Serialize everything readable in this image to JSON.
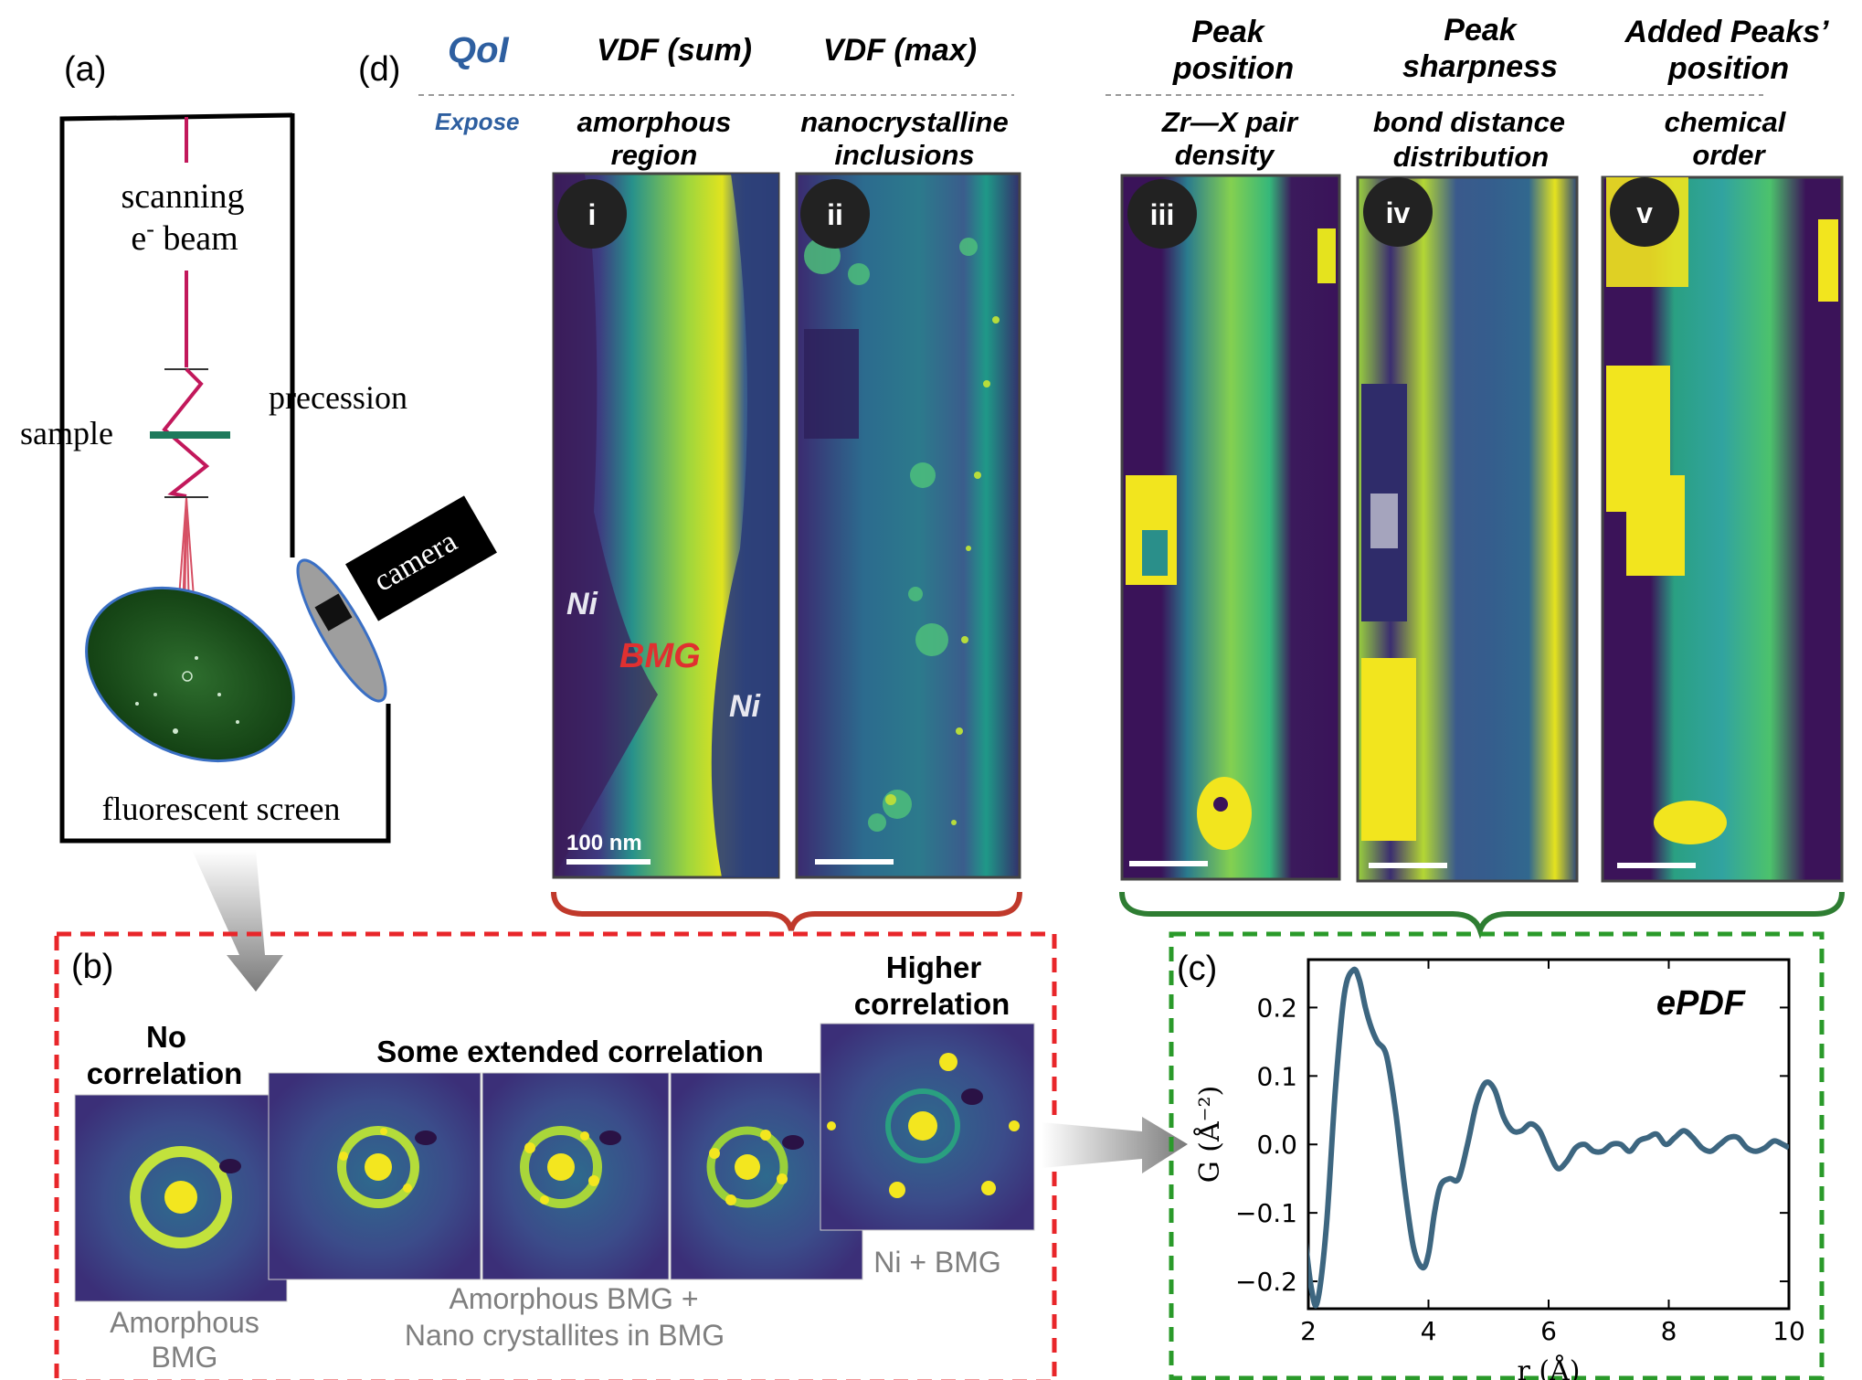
{
  "panel_labels": {
    "a": "(a)",
    "b": "(b)",
    "c": "(c)",
    "d": "(d)"
  },
  "schematic": {
    "beam_label_line1": "scanning",
    "beam_label_line2": "e",
    "beam_label_sup": "-",
    "beam_label_line2b": " beam",
    "sample": "sample",
    "precession": "precession",
    "camera": "camera",
    "screen": "fluorescent screen"
  },
  "header": {
    "qoi": "QoI",
    "expose": "Expose",
    "columns": [
      {
        "top": [
          "VDF (sum)"
        ],
        "bottom": [
          "amorphous",
          "region"
        ]
      },
      {
        "top": [
          "VDF (max)"
        ],
        "bottom": [
          "nanocrystalline",
          "inclusions"
        ]
      },
      {
        "top": [
          "Peak",
          "position"
        ],
        "bottom": [
          "Zr—X pair",
          "density"
        ]
      },
      {
        "top": [
          "Peak",
          "sharpness"
        ],
        "bottom": [
          "bond distance",
          "distribution"
        ]
      },
      {
        "top": [
          "Added Peaks’",
          "position"
        ],
        "bottom": [
          "chemical",
          "order"
        ]
      }
    ]
  },
  "maps": [
    {
      "badge": "i"
    },
    {
      "badge": "ii"
    },
    {
      "badge": "iii"
    },
    {
      "badge": "iv"
    },
    {
      "badge": "v"
    }
  ],
  "map_annotations": {
    "ni_left": "Ni",
    "bmg": "BMG",
    "ni_right": "Ni",
    "scale_bar": "100 nm"
  },
  "colors": {
    "brace_red": "#c0392b",
    "brace_green": "#2e7d32",
    "dash_red": "#e8262a",
    "dash_green": "#2a9a2a",
    "qoi_blue": "#2e5fa0",
    "bmg_red": "#e03030",
    "curve": "#3d6680"
  },
  "patterns": {
    "no_correlation": [
      "No",
      "correlation"
    ],
    "some": "Some extended correlation",
    "higher": [
      "Higher",
      "correlation"
    ],
    "cap_amorphous": [
      "Amorphous",
      "BMG"
    ],
    "cap_nano": [
      "Amorphous BMG +",
      "Nano crystallites in BMG"
    ],
    "cap_ni": "Ni + BMG"
  },
  "chart_data": {
    "type": "line",
    "title": "ePDF",
    "xlabel": "r (Å)",
    "ylabel": "G (Å⁻²)",
    "xlim": [
      2,
      10
    ],
    "ylim": [
      -0.24,
      0.27
    ],
    "xticks": [
      "2",
      "4",
      "6",
      "8",
      "10"
    ],
    "yticks": [
      "0.2",
      "0.1",
      "0.0",
      "−0.1",
      "−0.2"
    ],
    "ytick_values": [
      0.2,
      0.1,
      0.0,
      -0.1,
      -0.2
    ],
    "xtick_values": [
      2,
      4,
      6,
      8,
      10
    ],
    "series": [
      {
        "x": [
          1.95,
          2.05,
          2.15,
          2.3,
          2.45,
          2.6,
          2.75,
          2.85,
          2.95,
          3.05,
          3.15,
          3.3,
          3.45,
          3.6,
          3.75,
          3.9,
          4.0,
          4.1,
          4.2,
          4.35,
          4.5,
          4.65,
          4.8,
          4.95,
          5.1,
          5.25,
          5.4,
          5.55,
          5.7,
          5.85,
          6.0,
          6.15,
          6.3,
          6.45,
          6.6,
          6.75,
          6.9,
          7.05,
          7.2,
          7.35,
          7.5,
          7.65,
          7.8,
          7.95,
          8.1,
          8.25,
          8.4,
          8.55,
          8.7,
          8.85,
          9.0,
          9.15,
          9.3,
          9.45,
          9.6,
          9.75,
          9.9,
          10.0
        ],
        "y": [
          -0.14,
          -0.21,
          -0.23,
          -0.12,
          0.08,
          0.22,
          0.255,
          0.24,
          0.2,
          0.17,
          0.15,
          0.13,
          0.05,
          -0.06,
          -0.15,
          -0.18,
          -0.16,
          -0.1,
          -0.06,
          -0.05,
          -0.05,
          0.0,
          0.06,
          0.09,
          0.08,
          0.04,
          0.02,
          0.02,
          0.03,
          0.02,
          -0.01,
          -0.035,
          -0.025,
          -0.005,
          0.0,
          -0.01,
          -0.01,
          0.0,
          0.0,
          -0.01,
          0.005,
          0.01,
          0.015,
          0.0,
          0.01,
          0.02,
          0.01,
          -0.005,
          -0.01,
          0.0,
          0.01,
          0.01,
          -0.005,
          -0.01,
          -0.005,
          0.005,
          0.0,
          -0.005
        ]
      }
    ]
  }
}
